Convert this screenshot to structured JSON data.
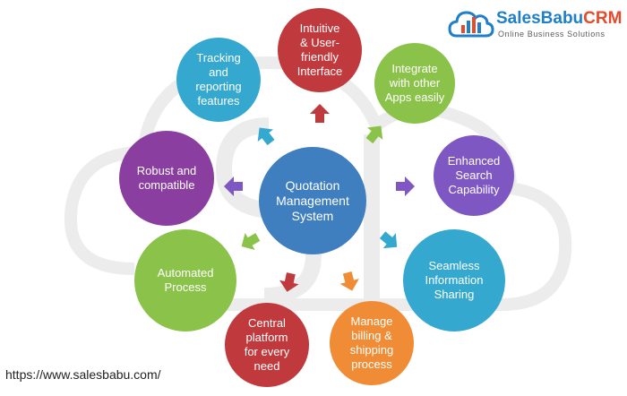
{
  "center": {
    "text": "Quotation\nManagement\nSystem",
    "color": "#3f7fbf"
  },
  "nodes": [
    {
      "id": "intuitive",
      "text": "Intuitive\n& User-\nfriendly\nInterface",
      "color": "#c0393c",
      "arrow_color": "#c0393c"
    },
    {
      "id": "integrate",
      "text": "Integrate\nwith other\nApps easily",
      "color": "#8bc34a",
      "arrow_color": "#8bc34a"
    },
    {
      "id": "search",
      "text": "Enhanced\nSearch\nCapability",
      "color": "#7e57c2",
      "arrow_color": "#7e57c2"
    },
    {
      "id": "sharing",
      "text": "Seamless\nInformation\nSharing",
      "color": "#35a8cf",
      "arrow_color": "#35a8cf"
    },
    {
      "id": "billing",
      "text": "Manage\nbilling &\nshipping\nprocess",
      "color": "#ef8c35",
      "arrow_color": "#ef8c35"
    },
    {
      "id": "central",
      "text": "Central\nplatform\nfor every\nneed",
      "color": "#c0393c",
      "arrow_color": "#c0393c"
    },
    {
      "id": "automated",
      "text": "Automated\nProcess",
      "color": "#8bc34a",
      "arrow_color": "#8bc34a"
    },
    {
      "id": "robust",
      "text": "Robust and\ncompatible",
      "color": "#8a3fa0",
      "arrow_color": "#7e57c2"
    },
    {
      "id": "tracking",
      "text": "Tracking\nand\nreporting\nfeatures",
      "color": "#35a8cf",
      "arrow_color": "#35a8cf"
    }
  ],
  "brand": {
    "name_part1": "SalesBabu",
    "name_part2": "CRM",
    "tagline": "Online Business Solutions",
    "logo_icon": "cloud-chart-logo",
    "color_primary": "#1f7fc8",
    "color_accent": "#e44b2b"
  },
  "footer": {
    "url": "https://www.salesbabu.com/"
  },
  "watermark": {
    "icon": "cloud-logo-watermark",
    "color": "#ececec"
  }
}
